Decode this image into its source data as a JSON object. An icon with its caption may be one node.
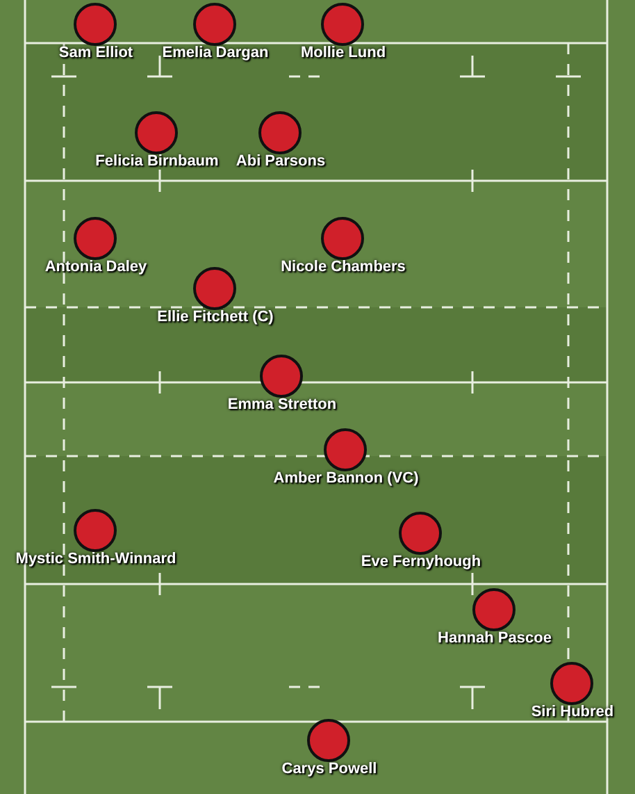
{
  "diagram": {
    "nodes": [
      {
        "text": [
          "Sam Elliot"
        ]
      },
      {
        "text": [
          "Emelia Dargan"
        ]
      },
      {
        "text": [
          "Mollie Lund"
        ]
      },
      {
        "text": [
          "Felicia Birnbaum"
        ]
      },
      {
        "text": [
          "Abi Parsons"
        ]
      },
      {
        "text": [
          "Antonia Daley"
        ]
      },
      {
        "text": [
          "Nicole Chambers"
        ]
      },
      {
        "text": [
          "Ellie Fitchett (C)"
        ]
      },
      {
        "text": [
          "Emma Stretton"
        ]
      },
      {
        "text": [
          "Amber Bannon (VC)"
        ]
      },
      {
        "text": [
          "Mystic Smith-Winnard"
        ]
      },
      {
        "text": [
          "Eve Fernyhough"
        ]
      },
      {
        "text": [
          "Hannah Pascoe"
        ]
      },
      {
        "text": [
          "Siri Hubred"
        ]
      },
      {
        "text": [
          "Carys Powell"
        ]
      }
    ]
  }
}
